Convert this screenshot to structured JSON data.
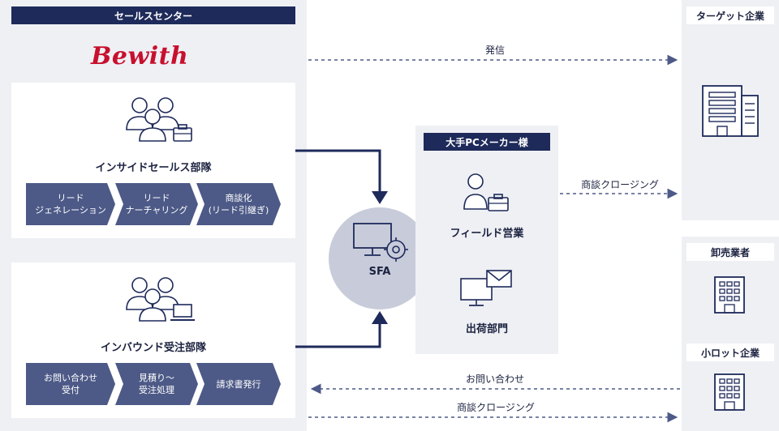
{
  "left_panel": {
    "header": "セールスセンター",
    "logo": "Bewith",
    "inside_sales": {
      "title": "インサイドセールス部隊",
      "steps": [
        "リード\nジェネレーション",
        "リード\nナーチャリング",
        "商談化\n(リード引継ぎ)"
      ]
    },
    "inbound": {
      "title": "インバウンド受注部隊",
      "steps": [
        "お問い合わせ\n受付",
        "見積り〜\n受注処理",
        "請求書発行"
      ]
    }
  },
  "center": {
    "sfa_label": "SFA",
    "client_header": "大手PCメーカー様",
    "field_sales": "フィールド営業",
    "shipping": "出荷部門"
  },
  "right": {
    "target_company": "ターゲット企業",
    "wholesaler": "卸売業者",
    "small_lot": "小ロット企業"
  },
  "flows": {
    "outbound_call": "発信",
    "deal_closing_1": "商談クロージング",
    "inquiry": "お問い合わせ",
    "deal_closing_2": "商談クロージング"
  },
  "colors": {
    "navy": "#1e2a5a",
    "chevron": "#4d5a87",
    "panel": "#eef0f4",
    "circle": "#c8ccda",
    "logo_red": "#c8102e",
    "dash": "#4d5a87"
  }
}
